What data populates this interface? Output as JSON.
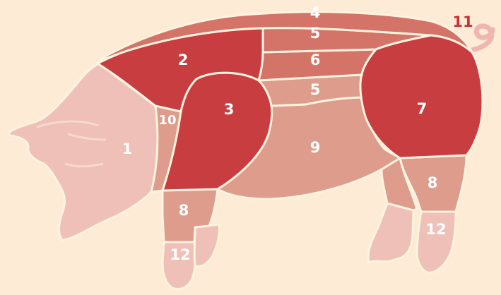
{
  "colors": {
    "background": "#fdebd6",
    "outline": "#fdf3df",
    "dark_red": "#c83d40",
    "medium": "#d47469",
    "light": "#dd9c8c",
    "pale": "#efc0b7",
    "tail": "#efb6b0"
  },
  "labels": {
    "cut_1": "1",
    "cut_2": "2",
    "cut_3": "3",
    "cut_4": "4",
    "cut_5_upper": "5",
    "cut_6": "6",
    "cut_5_lower": "5",
    "cut_7": "7",
    "cut_8_front": "8",
    "cut_8_back": "8",
    "cut_9": "9",
    "cut_10": "10",
    "cut_11": "11",
    "cut_12_front": "12",
    "cut_12_back": "12"
  }
}
